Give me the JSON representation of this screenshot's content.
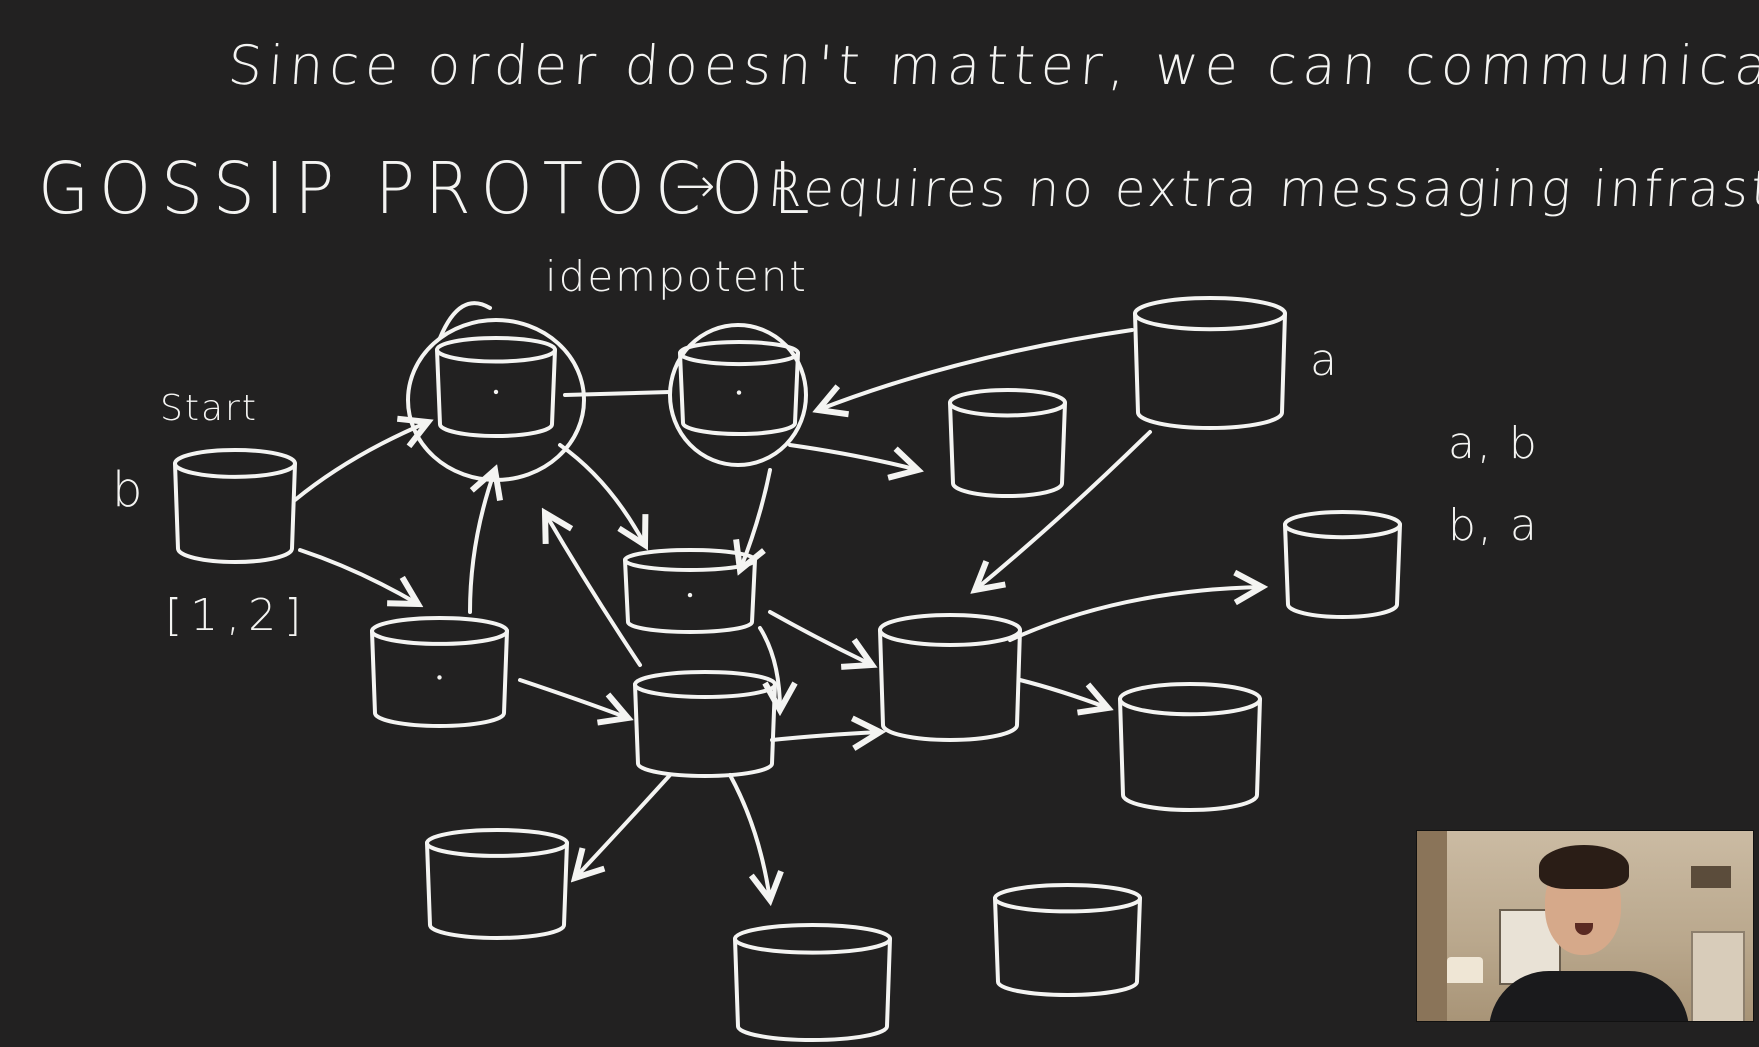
{
  "title_line": "Since order doesn't matter, we can communicate via",
  "gossip_heading": "GOSSIP PROTOCOL",
  "arrow_symbol": "→",
  "requirement": "Requires no extra messaging infrastructure",
  "labels": {
    "idempotent": "idempotent",
    "start": "Start",
    "b": "b",
    "list": "[1,2]",
    "a": "a",
    "ab": "a, b",
    "ba": "b, a"
  },
  "nodes": [
    {
      "id": "n-idem-left",
      "dot": true,
      "circled": true
    },
    {
      "id": "n-idem-right",
      "dot": true,
      "circled": true
    },
    {
      "id": "n-source-a"
    },
    {
      "id": "n-mid-right"
    },
    {
      "id": "n-start"
    },
    {
      "id": "n-center-top",
      "dot": true
    },
    {
      "id": "n-left-low",
      "dot": true
    },
    {
      "id": "n-center"
    },
    {
      "id": "n-hub"
    },
    {
      "id": "n-far-right"
    },
    {
      "id": "n-right-low"
    },
    {
      "id": "n-bottom-left"
    },
    {
      "id": "n-bottom-mid"
    },
    {
      "id": "n-bottom-right"
    }
  ],
  "colors": {
    "background": "#222121",
    "ink": "#f4f4f2"
  },
  "webcam": {
    "present": true
  }
}
